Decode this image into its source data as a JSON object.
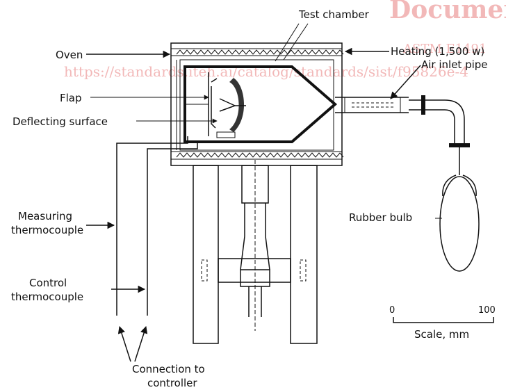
{
  "watermark": {
    "title": "Document",
    "standard": "ASTM E1491",
    "url": "https://standards.iteh.ai/catalog/standards/sist/f95826e-4"
  },
  "labels": {
    "oven": "Oven",
    "test_chamber": "Test chamber",
    "heating": "Heating (1,500 w)",
    "air_inlet": "Air inlet pipe",
    "flap": "Flap",
    "deflecting": "Deflecting surface",
    "measuring_1": "Measuring",
    "measuring_2": "thermocouple",
    "control_1": "Control",
    "control_2": "thermocouple",
    "rubber_bulb": "Rubber bulb",
    "connection_1": "Connection to",
    "connection_2": "controller"
  },
  "scale": {
    "min_label": "0",
    "max_label": "100",
    "caption": "Scale, mm"
  }
}
